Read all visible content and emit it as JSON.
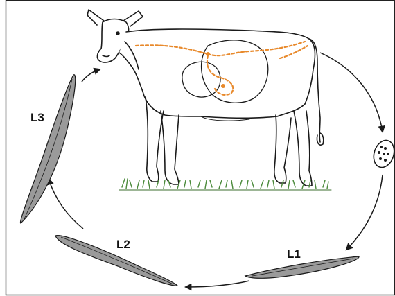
{
  "diagram": {
    "stages": [
      {
        "id": "l1",
        "label": "L1"
      },
      {
        "id": "l2",
        "label": "L2"
      },
      {
        "id": "l3",
        "label": "L3"
      }
    ],
    "colors": {
      "outline": "#1a1a1a",
      "gut_path": "#e8892b",
      "grass": "#4a8a3a",
      "larva_fill": "#9a9a9a"
    },
    "icons": [
      "cow-illustration",
      "egg-icon",
      "larva-icon",
      "cycle-arrow"
    ]
  }
}
